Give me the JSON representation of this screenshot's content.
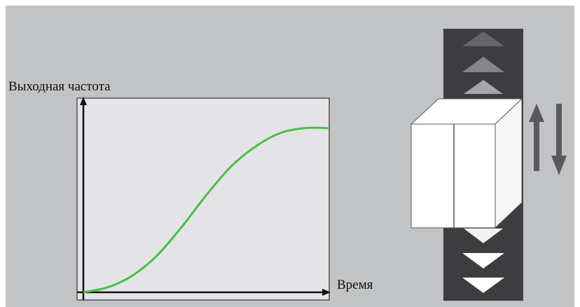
{
  "labels": {
    "y_axis": "Выходная частота",
    "x_axis": "Время"
  },
  "colors": {
    "background": "#c1c3c4",
    "plot_area": "#e4e4e8",
    "curve": "#4cbd46",
    "axis": "#111111",
    "shaft": "#3d3d3f",
    "block": "#ffffff",
    "arrow": "#5a5a5c"
  },
  "icons": {
    "direction_arrows": "up-down-arrows-icon"
  },
  "chart_data": {
    "type": "line",
    "title": "",
    "xlabel": "Время",
    "ylabel": "Выходная частота",
    "grid": false,
    "legend": "none",
    "xlim": [
      0,
      1
    ],
    "ylim": [
      0,
      1
    ],
    "series": [
      {
        "x": [
          0,
          0.1,
          0.2,
          0.3,
          0.4,
          0.5,
          0.6,
          0.7,
          0.8,
          0.9,
          1.0
        ],
        "y": [
          0,
          0.03,
          0.1,
          0.22,
          0.39,
          0.58,
          0.75,
          0.87,
          0.95,
          0.98,
          0.98
        ]
      }
    ]
  }
}
